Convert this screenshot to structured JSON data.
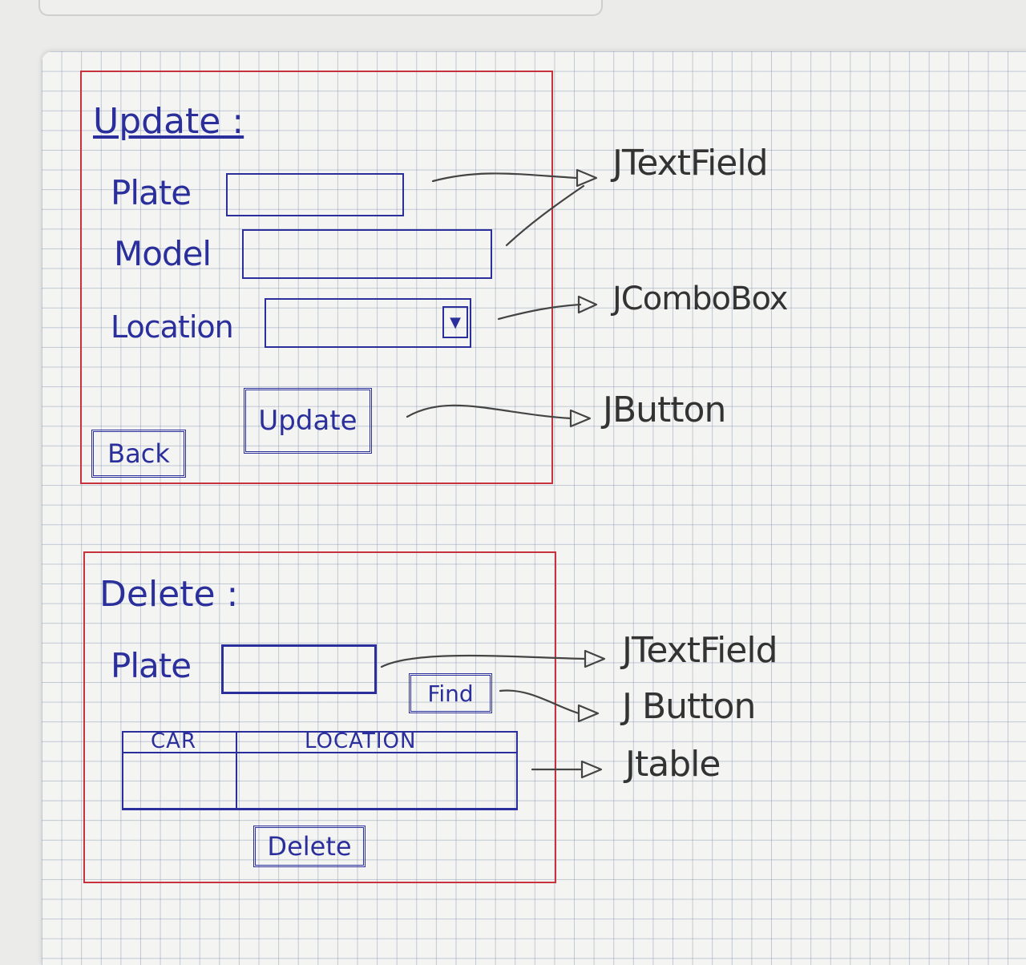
{
  "update_section": {
    "title": "Update :",
    "labels": {
      "plate": "Plate",
      "model": "Model",
      "location": "Location"
    },
    "dropdown_glyph": "▼",
    "update_button": "Update",
    "back_button": "Back"
  },
  "delete_section": {
    "title": "Delete :",
    "labels": {
      "plate": "Plate"
    },
    "find_button": "Find",
    "table_headers": [
      "CAR",
      "LOCATION"
    ],
    "delete_button": "Delete"
  },
  "annotations": {
    "update": [
      "JTextField",
      "JComboBox",
      "JButton"
    ],
    "delete": [
      "JTextField",
      "J Button",
      "Jtable"
    ]
  },
  "colors": {
    "ink_blue": "#2a2f9c",
    "frame_red": "#c8323c",
    "pencil": "#333333",
    "grid": "#788caa"
  }
}
